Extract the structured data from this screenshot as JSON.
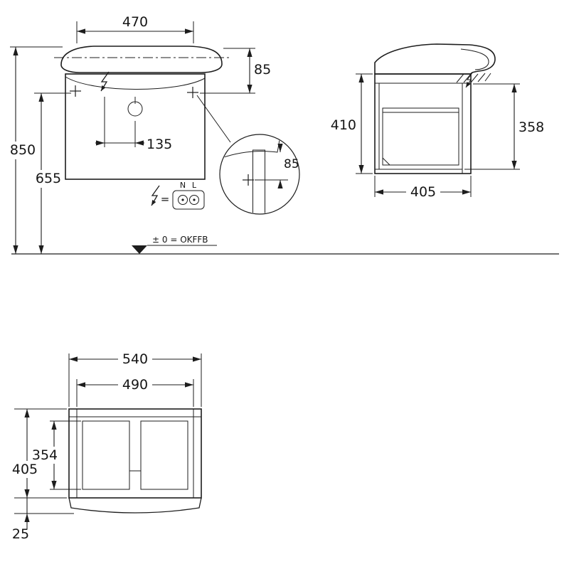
{
  "colors": {
    "line": "#1d1d1d",
    "background": "#ffffff"
  },
  "front_view": {
    "dim_mounting_width": "470",
    "dim_rim_to_holes": "85",
    "dim_connection_offset": "135",
    "dim_overall_height": "850",
    "dim_holes_height": "655",
    "datum_label": "± 0 = OKFFB",
    "detail_dim": "85",
    "electrical": {
      "equals": "=",
      "n": "N",
      "l": "L"
    }
  },
  "side_view": {
    "dim_height": "410",
    "dim_inner_height": "358",
    "dim_depth": "405"
  },
  "plan_view": {
    "dim_overall_width": "540",
    "dim_inner_width": "490",
    "dim_drawer_depth": "354",
    "dim_overall_depth": "405",
    "dim_front_offset": "25"
  }
}
